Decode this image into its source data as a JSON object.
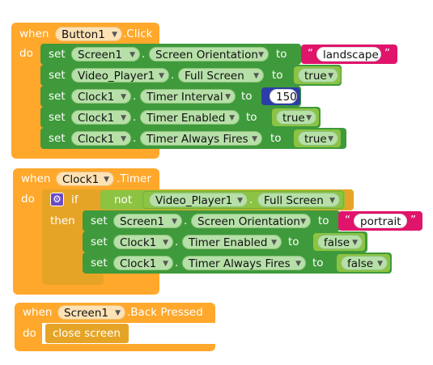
{
  "colors": {
    "orange": "#ffa82b",
    "green": "#3f9a3b",
    "lgreen": "#8dc342",
    "pink": "#e0146b",
    "blue": "#2c3da8",
    "gold": "#e6a426"
  },
  "block1": {
    "when": "when",
    "component": "Button1",
    "event": ".Click",
    "do": "do",
    "rows": [
      {
        "set": "set",
        "comp": "Screen1",
        "dot": ".",
        "prop": "Screen Orientation",
        "to": "to",
        "quote_open": "“",
        "value": "landscape",
        "quote_close": "”"
      },
      {
        "set": "set",
        "comp": "Video_Player1",
        "dot": ".",
        "prop": "Full Screen",
        "to": "to",
        "value": "true"
      },
      {
        "set": "set",
        "comp": "Clock1",
        "dot": ".",
        "prop": "Timer Interval",
        "to": "to",
        "value": "150"
      },
      {
        "set": "set",
        "comp": "Clock1",
        "dot": ".",
        "prop": "Timer Enabled",
        "to": "to",
        "value": "true"
      },
      {
        "set": "set",
        "comp": "Clock1",
        "dot": ".",
        "prop": "Timer Always Fires",
        "to": "to",
        "value": "true"
      }
    ]
  },
  "block2": {
    "when": "when",
    "component": "Clock1",
    "event": ".Timer",
    "do": "do",
    "if_label": "if",
    "then_label": "then",
    "not_label": "not",
    "condition": {
      "comp": "Video_Player1",
      "dot": ".",
      "prop": "Full Screen"
    },
    "rows": [
      {
        "set": "set",
        "comp": "Screen1",
        "dot": ".",
        "prop": "Screen Orientation",
        "to": "to",
        "quote_open": "“",
        "value": "portrait",
        "quote_close": "”"
      },
      {
        "set": "set",
        "comp": "Clock1",
        "dot": ".",
        "prop": "Timer Enabled",
        "to": "to",
        "value": "false"
      },
      {
        "set": "set",
        "comp": "Clock1",
        "dot": ".",
        "prop": "Timer Always Fires",
        "to": "to",
        "value": "false"
      }
    ]
  },
  "block3": {
    "when": "when",
    "component": "Screen1",
    "event": ".Back Pressed",
    "do": "do",
    "action": "close screen"
  },
  "icons": {
    "gear": "gear-icon"
  }
}
